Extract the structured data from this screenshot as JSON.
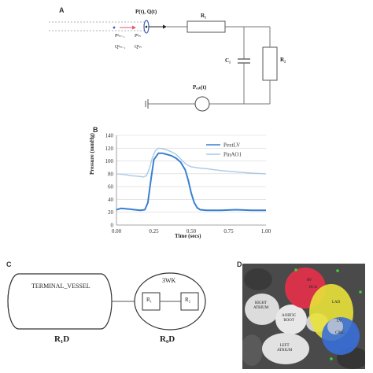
{
  "panels": {
    "a": {
      "letter": "A",
      "node_label": "P(t), Q(t)",
      "r1": "R₁",
      "c1": "C₁",
      "r2": "R₂",
      "pext": "Pₑₓₜ(t)",
      "p_left": "Pⁿₙ₋₁",
      "p_right": "Pⁿₙ",
      "q_left": "Qⁿₙ₋₁",
      "q_right": "Qⁿₙ"
    },
    "b": {
      "letter": "B",
      "ylabel": "Pressure (mmHg)",
      "xlabel": "Time (secs)"
    },
    "c": {
      "letter": "C",
      "vessel": "TERMINAL_VESSEL",
      "wk": "3WK",
      "rb1": "R₁",
      "rb2": "R₂",
      "r1d": "R₁D",
      "r0d": "R₀D"
    },
    "d": {
      "letter": "D",
      "labels": {
        "rv": "RV",
        "rca": "RCA",
        "lad": "LAD",
        "lv": "LV",
        "circ": "CIRC",
        "right_atrium": [
          "RIGHT",
          "ATRIUM"
        ],
        "aortic_root": [
          "AORTIC",
          "ROOT"
        ],
        "left_atrium": [
          "LEFT",
          "ATRIUM"
        ]
      },
      "colors": {
        "rca": "#e8304a",
        "lad": "#e8e23a",
        "circ": "#3a6fd8"
      }
    }
  },
  "chart_data": {
    "type": "line",
    "xlim": [
      0.0,
      1.0
    ],
    "ylim": [
      0,
      140
    ],
    "xticks": [
      "0.00",
      "0.25",
      "0.50",
      "0.75",
      "1.00"
    ],
    "yticks": [
      "0",
      "20",
      "40",
      "60",
      "80",
      "100",
      "120",
      "140"
    ],
    "xlabel": "Time (secs)",
    "ylabel": "Pressure (mmHg)",
    "legend_position": "top-right",
    "series": [
      {
        "name": "PextLV",
        "color": "#3a7fd0",
        "x": [
          0.0,
          0.03,
          0.08,
          0.12,
          0.16,
          0.19,
          0.21,
          0.23,
          0.25,
          0.28,
          0.31,
          0.34,
          0.37,
          0.4,
          0.43,
          0.46,
          0.48,
          0.5,
          0.52,
          0.54,
          0.56,
          0.6,
          0.7,
          0.8,
          0.9,
          1.0
        ],
        "y": [
          24,
          26,
          25,
          24,
          23,
          24,
          35,
          70,
          102,
          112,
          112,
          110,
          108,
          104,
          98,
          86,
          70,
          50,
          35,
          27,
          24,
          23,
          23,
          24,
          23,
          23
        ]
      },
      {
        "name": "PinAO1",
        "color": "#a9c9e6",
        "x": [
          0.0,
          0.05,
          0.1,
          0.15,
          0.18,
          0.2,
          0.22,
          0.24,
          0.26,
          0.28,
          0.31,
          0.34,
          0.37,
          0.4,
          0.43,
          0.46,
          0.48,
          0.5,
          0.55,
          0.6,
          0.7,
          0.8,
          0.9,
          1.0
        ],
        "y": [
          80,
          79,
          77,
          76,
          75,
          77,
          88,
          105,
          116,
          120,
          119,
          117,
          114,
          110,
          103,
          96,
          93,
          91,
          89,
          88,
          85,
          83,
          81,
          80
        ]
      }
    ]
  }
}
